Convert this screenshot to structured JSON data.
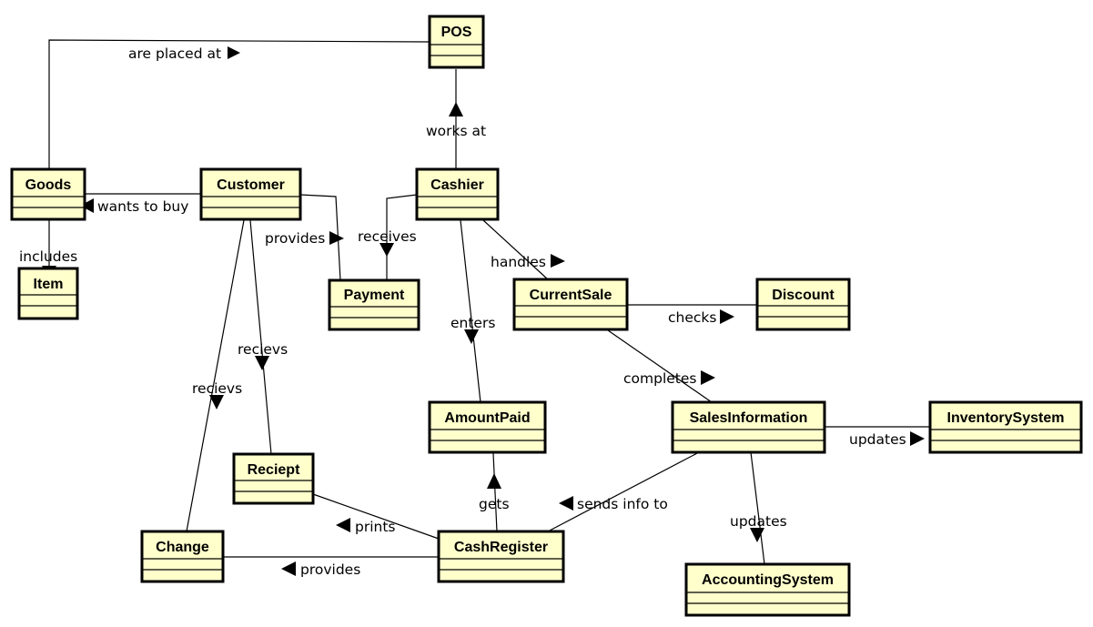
{
  "classes": {
    "pos": "POS",
    "goods": "Goods",
    "customer": "Customer",
    "cashier": "Cashier",
    "item": "Item",
    "payment": "Payment",
    "currentsale": "CurrentSale",
    "discount": "Discount",
    "amountpaid": "AmountPaid",
    "salesinformation": "SalesInformation",
    "inventorysystem": "InventorySystem",
    "reciept": "Reciept",
    "change": "Change",
    "cashregister": "CashRegister",
    "accountingsystem": "AccountingSystem"
  },
  "associations": {
    "are_placed_at": "are placed at",
    "works_at": "works at",
    "wants_to_buy": "wants to buy",
    "includes": "includes",
    "provides_payment": "provides",
    "receives": "receives",
    "handles": "handles",
    "checks": "checks",
    "enters": "enters",
    "recievs_reciept": "recievs",
    "recievs_change": "recievs",
    "completes": "completes",
    "updates_inventory": "updates",
    "updates_accounting": "updates",
    "gets": "gets",
    "sends_info_to": "sends info to",
    "prints": "prints",
    "provides_change": "provides"
  },
  "colors": {
    "class_fill": "#ffffcc",
    "stroke": "#000000"
  }
}
